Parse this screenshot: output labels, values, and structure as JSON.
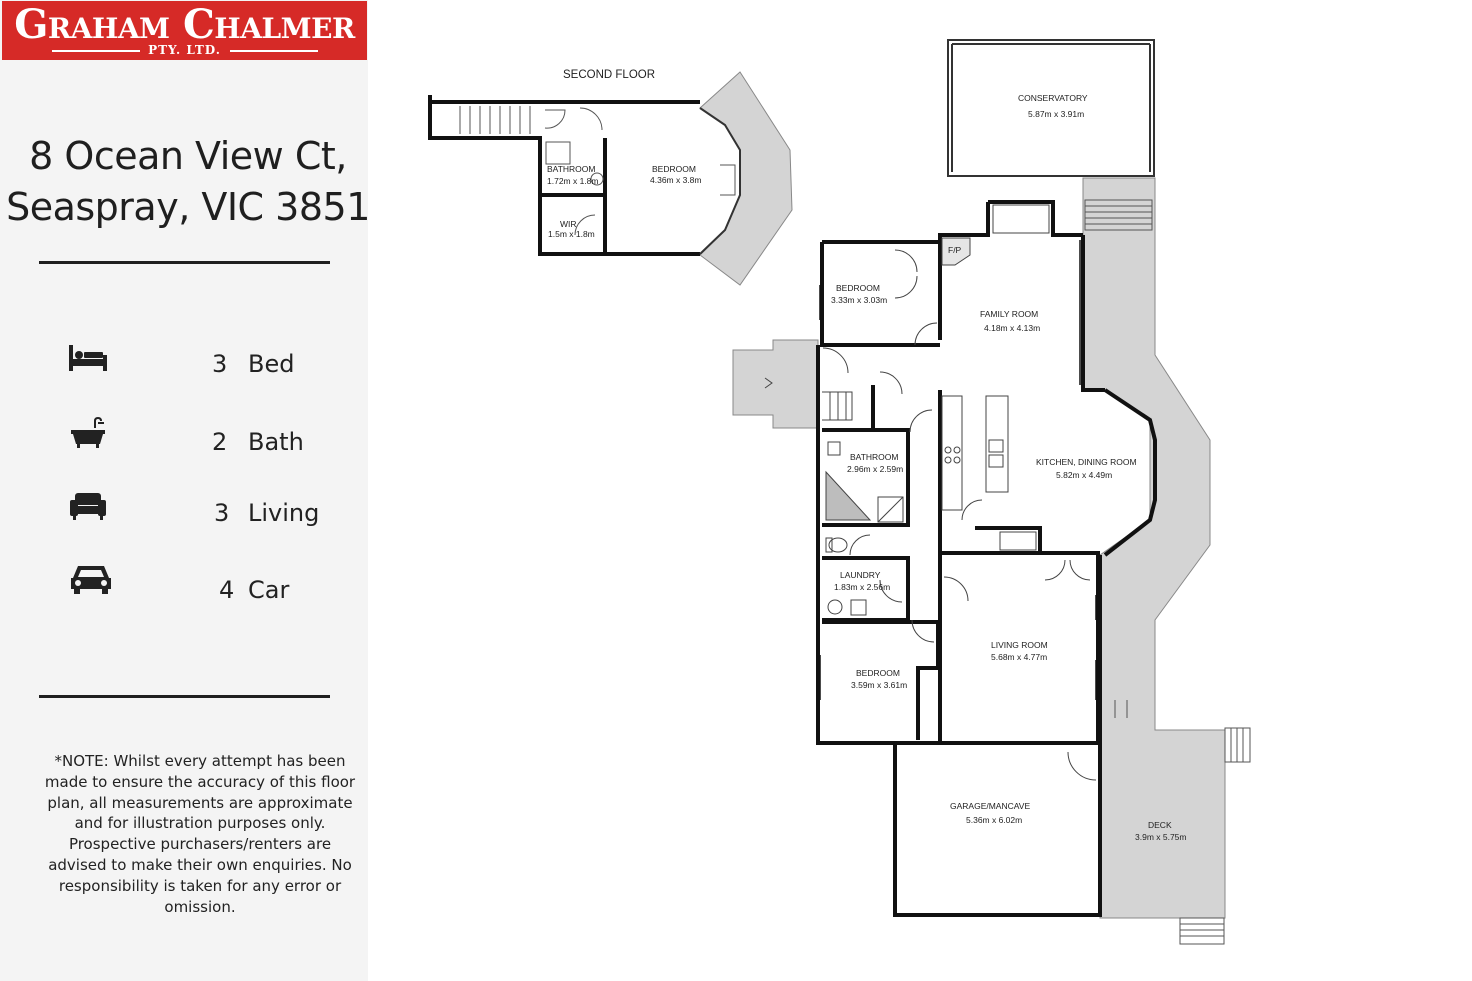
{
  "brand": {
    "name": "Graham Chalmer",
    "sub": "PTY. LTD."
  },
  "address": {
    "line1": "8 Ocean View Ct,",
    "line2": "Seaspray, VIC 3851"
  },
  "features": [
    {
      "icon": "bed-icon",
      "count": "3",
      "label": "Bed"
    },
    {
      "icon": "bathtub-icon",
      "count": "2",
      "label": "Bath"
    },
    {
      "icon": "sofa-icon",
      "count": "3",
      "label": "Living"
    },
    {
      "icon": "car-icon",
      "count": "4",
      "label": "Car"
    }
  ],
  "note": "*NOTE: Whilst every attempt has been made to ensure the accuracy of this floor plan, all measurements are approximate and for illustration purposes only. Prospective purchasers/renters are advised to make their own enquiries. No responsibility is taken for any error or omission.",
  "colors": {
    "brand_red": "#d62a27",
    "wall": "#111111",
    "deck_grey": "#d4d4d4"
  },
  "floorplan": {
    "second_floor_title": "SECOND FLOOR",
    "rooms": {
      "sf_bathroom": {
        "name": "BATHROOM",
        "dims": "1.72m x 1.8m"
      },
      "sf_wir": {
        "name": "WIR",
        "dims": "1.5m x 1.8m"
      },
      "sf_bedroom": {
        "name": "BEDROOM",
        "dims": "4.36m x 3.8m"
      },
      "conservatory": {
        "name": "CONSERVATORY",
        "dims": "5.87m x 3.91m"
      },
      "bedroom1": {
        "name": "BEDROOM",
        "dims": "3.33m x 3.03m"
      },
      "fp": {
        "name": "F/P"
      },
      "family": {
        "name": "FAMILY ROOM",
        "dims": "4.18m x 4.13m"
      },
      "bathroom": {
        "name": "BATHROOM",
        "dims": "2.96m x 2.59m"
      },
      "kitchen": {
        "name": "KITCHEN, DINING ROOM",
        "dims": "5.82m x 4.49m"
      },
      "laundry": {
        "name": "LAUNDRY",
        "dims": "1.83m x 2.56m"
      },
      "living": {
        "name": "LIVING ROOM",
        "dims": "5.68m x 4.77m"
      },
      "bedroom2": {
        "name": "BEDROOM",
        "dims": "3.59m x 3.61m"
      },
      "garage": {
        "name": "GARAGE/MANCAVE",
        "dims": "5.36m x 6.02m"
      },
      "deck": {
        "name": "DECK",
        "dims": "3.9m x 5.75m"
      }
    }
  }
}
